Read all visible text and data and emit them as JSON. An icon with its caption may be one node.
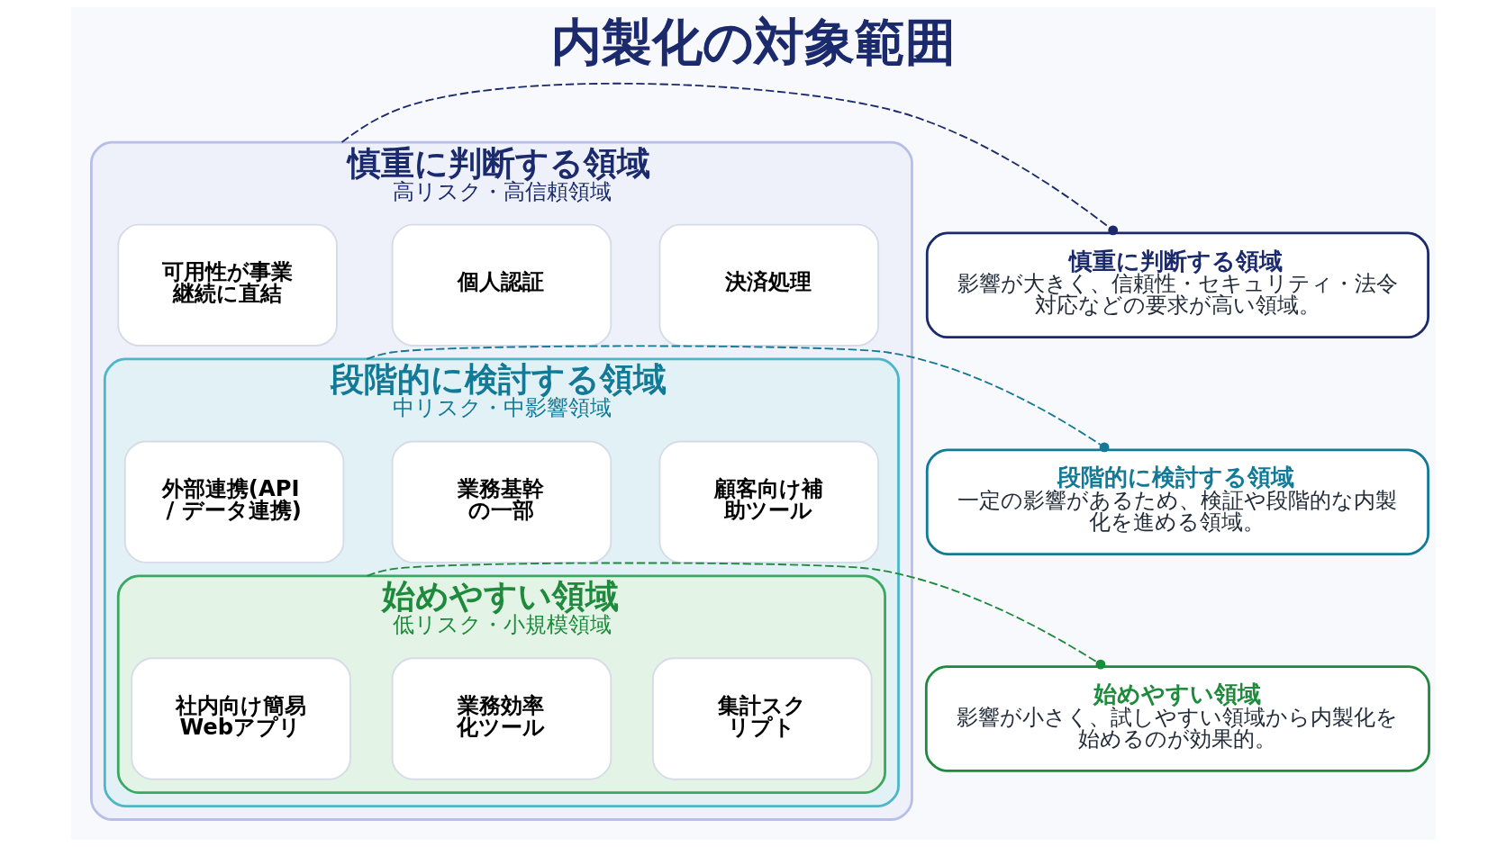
{
  "diagram": {
    "title": "内製化の対象範囲",
    "nodes": [
      {
        "text": [
          "慎重に判断する領域",
          "高リスク・高信頼領域"
        ]
      },
      {
        "text": [
          "決済処理"
        ],
        "in": 0
      },
      {
        "text": [
          "個人認証"
        ],
        "in": 0
      },
      {
        "text": [
          "可用性が事業継続に直結"
        ],
        "in": 0
      },
      {
        "text": [
          "段階的に検討する領域",
          "中リスク・中影響領域"
        ],
        "in": 0
      },
      {
        "text": [
          "顧客向け補助ツール"
        ],
        "in": 4
      },
      {
        "text": [
          "業務基幹の一部"
        ],
        "in": 4
      },
      {
        "text": [
          "外部連携(API / データ連携)"
        ],
        "in": 4
      },
      {
        "text": [
          "始めやすい領域",
          "低リスク・小規模領域"
        ],
        "in": 4
      },
      {
        "text": [
          "集計スクリプト"
        ],
        "in": 8
      },
      {
        "text": [
          "業務効率化ツール"
        ],
        "in": 8
      },
      {
        "text": [
          "社内向け簡易Webアプリ"
        ],
        "in": 8
      },
      {
        "text": [
          "慎重に判断する領域",
          "影響が大きく、信頼性・セキュリティ・法令対応などの要求が高い領域。"
        ]
      },
      {
        "text": [
          "段階的に検討する領域",
          "一定の影響があるため、検証や段階的な内製化を進める領域。"
        ]
      },
      {
        "text": [
          "始めやすい領域",
          "影響が小さく、試しやすい領域から内製化を始めるのが効果的。"
        ]
      }
    ],
    "edges": [
      {
        "from": 0,
        "to": 12,
        "arrow": "other",
        "style": "dashed",
        "color": "#1a2a6c"
      },
      {
        "from": 4,
        "to": 13,
        "arrow": "other",
        "style": "dashed",
        "color": "#127a96"
      },
      {
        "from": 8,
        "to": 14,
        "arrow": "other",
        "style": "dashed",
        "color": "#1e8a3c"
      }
    ]
  }
}
